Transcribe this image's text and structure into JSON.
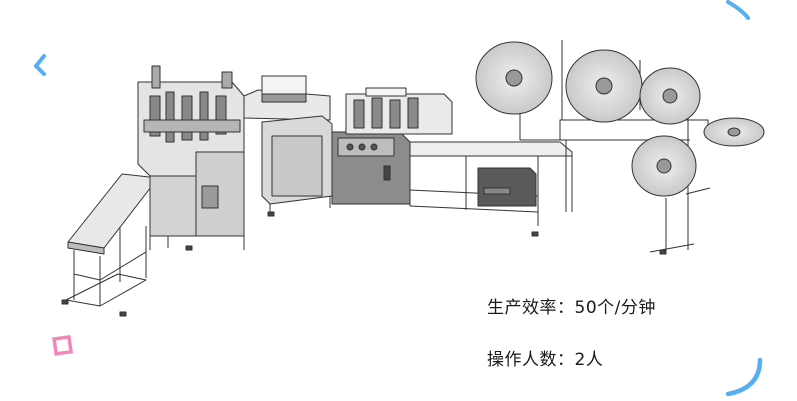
{
  "specs": {
    "production_rate": "生产效率：50个/分钟",
    "operators": "操作人数：2人"
  },
  "colors": {
    "frame_line": "#333333",
    "frame_fill": "#f2f2f2",
    "panel_fill": "#dcdcdc",
    "dark_fill": "#555555",
    "roll_fill": "#d9d9d9",
    "deco_blue": "#3aa0ee",
    "deco_pink": "#f07ab0"
  },
  "icons": [
    "production-line-illustration",
    "roll-icon",
    "chevron-icon",
    "square-outline-icon",
    "arc-icon"
  ]
}
